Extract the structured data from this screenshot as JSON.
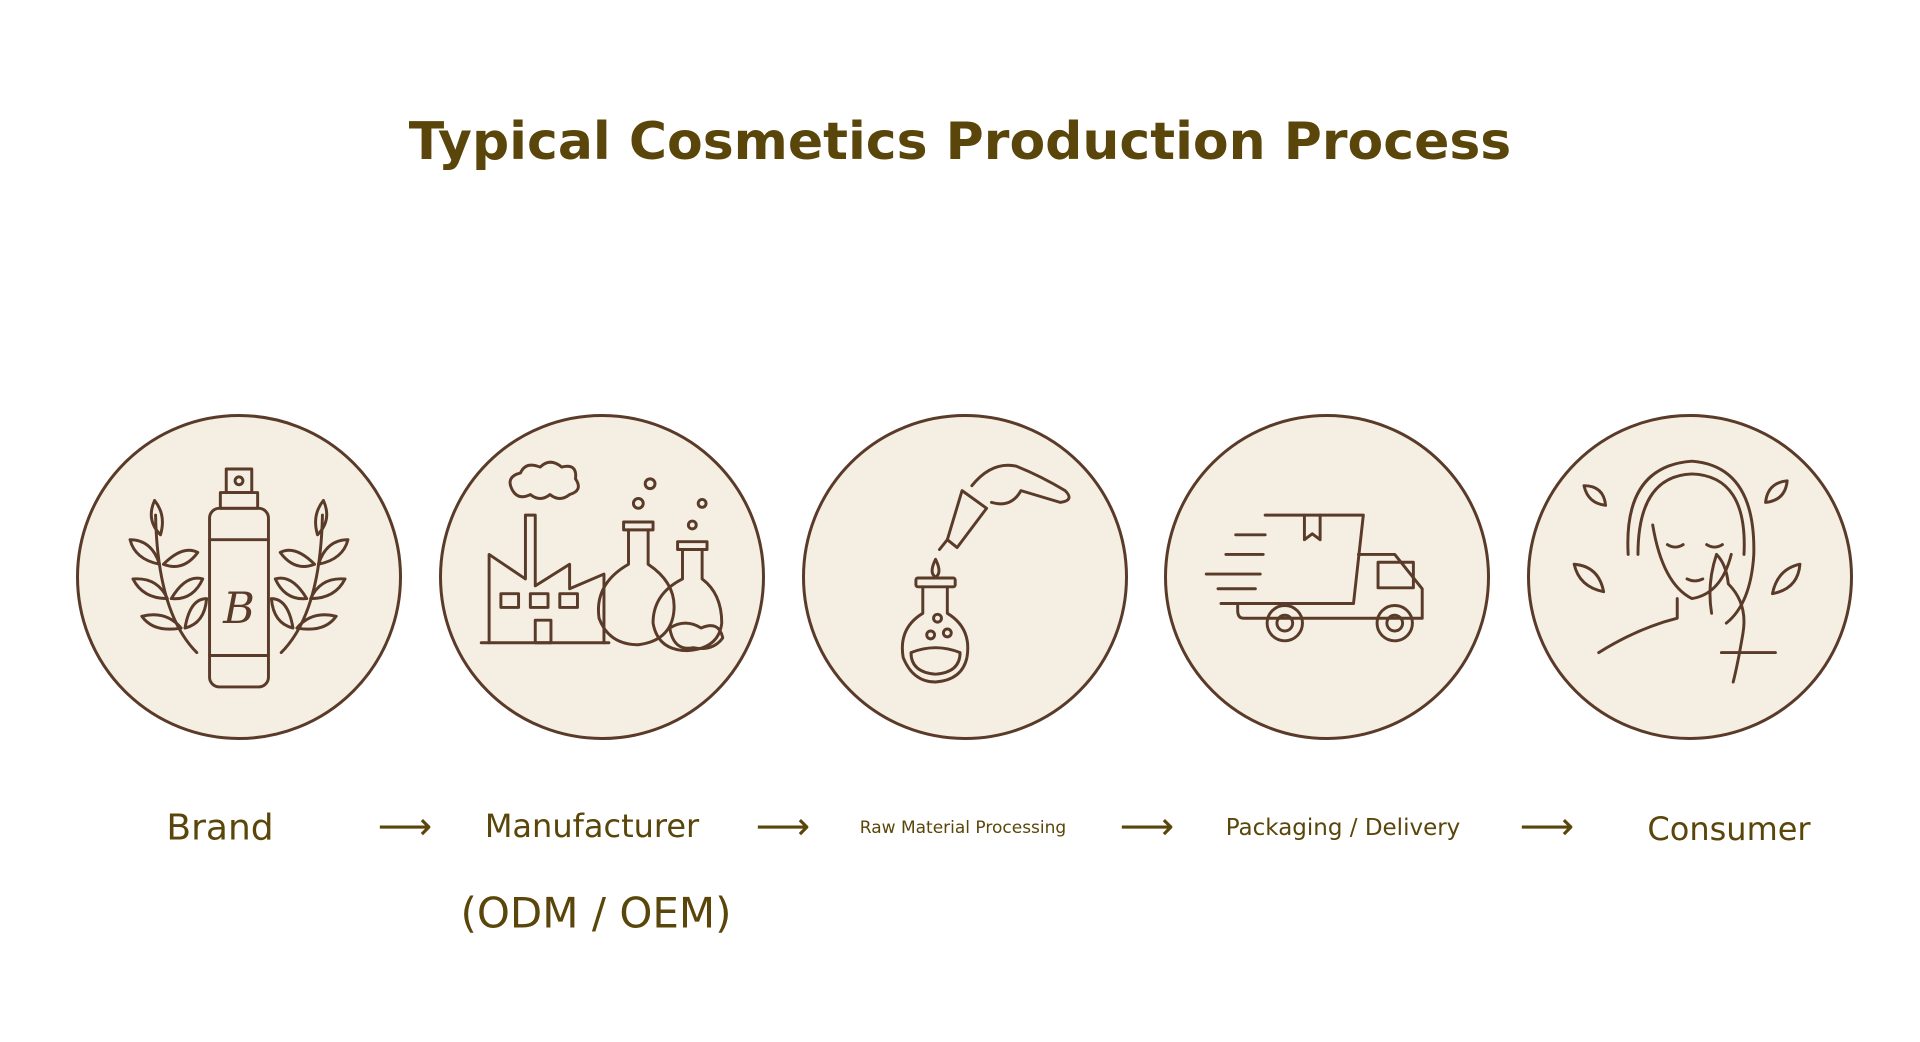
{
  "title": "Typical Cosmetics Production Process",
  "steps": [
    {
      "label": "Brand",
      "icon": "spray-bottle-laurel-icon",
      "monogram": "B"
    },
    {
      "label": "Manufacturer",
      "sublabel": "(ODM / OEM)",
      "icon": "factory-flasks-icon"
    },
    {
      "label": "Raw Material Processing",
      "icon": "dropper-flask-icon"
    },
    {
      "label": "Packaging / Delivery",
      "icon": "delivery-truck-icon"
    },
    {
      "label": "Consumer",
      "icon": "woman-face-leaves-icon"
    }
  ],
  "arrow": "⟶",
  "colors": {
    "text": "#5a460a",
    "stroke": "#5a3a28",
    "circle_fill": "#f4efe2"
  }
}
